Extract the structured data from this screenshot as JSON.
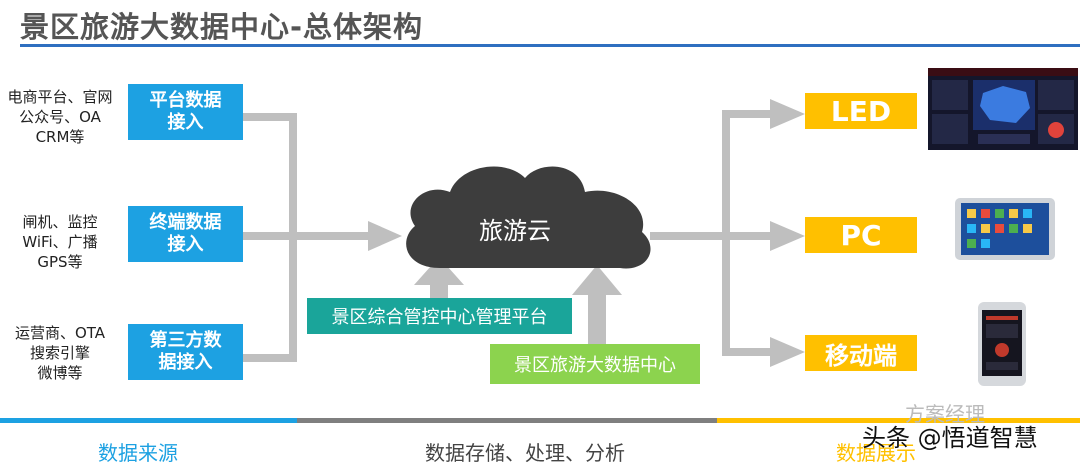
{
  "title": "景区旅游大数据中心-总体架构",
  "sources": [
    {
      "text": [
        "电商平台、官网",
        "公众号、OA",
        "CRM等"
      ],
      "box": [
        "平台数据",
        "接入"
      ]
    },
    {
      "text": [
        "闸机、监控",
        "WiFi、广播",
        "GPS等"
      ],
      "box": [
        "终端数据",
        "接入"
      ]
    },
    {
      "text": [
        "运营商、OTA",
        "搜索引擎",
        "微博等"
      ],
      "box": [
        "第三方数",
        "据接入"
      ]
    }
  ],
  "cloud_label": "旅游云",
  "management_platform": "景区综合管控中心管理平台",
  "bigdata_center": "景区旅游大数据中心",
  "outputs": [
    "LED",
    "PC",
    "移动端"
  ],
  "footer": {
    "left": "数据来源",
    "center": "数据存储、处理、分析",
    "right": "数据展示"
  },
  "watermark": {
    "line1": "方案经理",
    "line2": "头条 @悟道智慧"
  },
  "colors": {
    "source_box": "#1da1e2",
    "output_box": "#ffc000",
    "arrow": "#bfbfbf",
    "cloud": "#3d3d3d",
    "management": "#1aa59a",
    "bigdata": "#8cd34e",
    "bar_left": "#1da1e2",
    "bar_center": "#7f7f7f",
    "bar_right": "#ffc000"
  }
}
